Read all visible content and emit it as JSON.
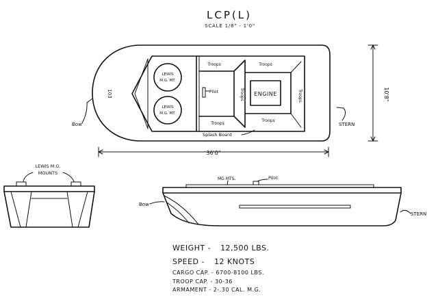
{
  "title": "LCP(L)",
  "scale": "SCALE 1/8\" - 1'0\"",
  "plan_view": {
    "labels": {
      "lewis_mount_upper": [
        "LEWIS",
        "M.G. MT."
      ],
      "lewis_mount_lower": [
        "LEWIS",
        "M.G. MT."
      ],
      "troops_top_left": "Troops",
      "troops_top_right": "Troops",
      "troops_vertical_mid": "Troops",
      "troops_vertical_right": "Troops",
      "troops_bottom_left": "Troops",
      "troops_bottom_right": "Troops",
      "pilot": "Pilot",
      "engine": "ENGINE",
      "bow": "Bow",
      "stern": "STERN",
      "splash_board": "Splash Board",
      "number_marking": "103",
      "length": "36'0\"",
      "beam": "10'8\""
    }
  },
  "front_view": {
    "label": [
      "LEWIS M.G.",
      "MOUNTS"
    ]
  },
  "side_view": {
    "mg_mts": "MG MTS.",
    "pilot": "Pilot",
    "bow": "Bow",
    "stern": "STERN"
  },
  "specs": [
    {
      "label": "WEIGHT",
      "value": "12,500 LBS."
    },
    {
      "label": "SPEED",
      "value": "12 KNOTS"
    },
    {
      "label": "CARGO CAP.",
      "value": "6700-8100 LBS."
    },
    {
      "label": "TROOP CAP.",
      "value": "30-36"
    },
    {
      "label": "ARMAMENT",
      "value": "2-.30 CAL. M.G."
    }
  ]
}
